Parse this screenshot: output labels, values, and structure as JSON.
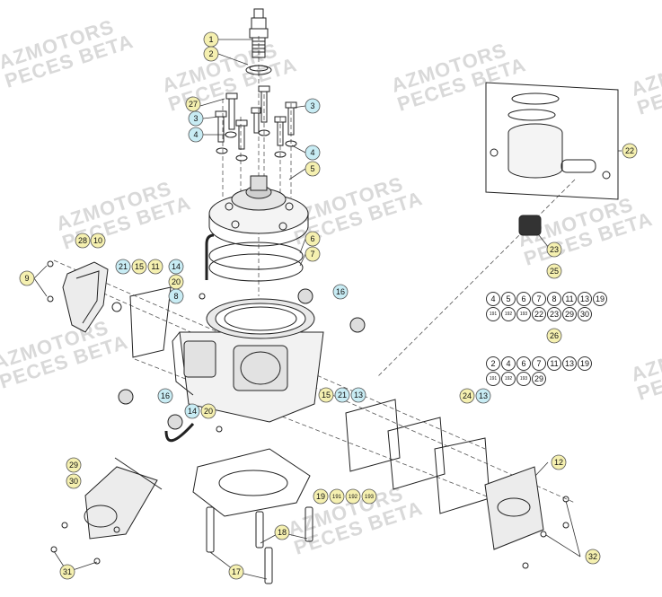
{
  "watermarks": [
    {
      "line1": "AZMOTORS",
      "line2": "PECES BETA"
    },
    {
      "line1": "AZMOTORS",
      "line2": "PECES BETA"
    },
    {
      "line1": "AZMOTORS",
      "line2": "PECES BETA"
    },
    {
      "line1": "AZMOTORS",
      "line2": "PECES BETA"
    },
    {
      "line1": "AZMOTORS",
      "line2": "PECES BETA"
    },
    {
      "line1": "AZMOTORS",
      "line2": "PECES BETA"
    },
    {
      "line1": "AZMOTORS",
      "line2": "PECES BETA"
    },
    {
      "line1": "AZMOTORS",
      "line2": "PECES BETA"
    },
    {
      "line1": "AZMOTORS",
      "line2": "PECES BETA"
    },
    {
      "line1": "AZMOTORS",
      "line2": "PECES BETA"
    }
  ],
  "callouts": [
    {
      "label": "1",
      "color": "#f5f0b0"
    },
    {
      "label": "2",
      "color": "#f5f0b0"
    },
    {
      "label": "27",
      "color": "#f5f0b0"
    },
    {
      "label": "3",
      "color": "#c8ecf4"
    },
    {
      "label": "3",
      "color": "#c8ecf4"
    },
    {
      "label": "4",
      "color": "#c8ecf4"
    },
    {
      "label": "4",
      "color": "#c8ecf4"
    },
    {
      "label": "5",
      "color": "#f5f0b0"
    },
    {
      "label": "6",
      "color": "#f5f0b0"
    },
    {
      "label": "7",
      "color": "#f5f0b0"
    },
    {
      "label": "28",
      "color": "#f5f0b0"
    },
    {
      "label": "10",
      "color": "#f5f0b0"
    },
    {
      "label": "9",
      "color": "#f5f0b0"
    },
    {
      "label": "21",
      "color": "#c8ecf4"
    },
    {
      "label": "15",
      "color": "#f5f0b0"
    },
    {
      "label": "11",
      "color": "#f5f0b0"
    },
    {
      "label": "14",
      "color": "#c8ecf4"
    },
    {
      "label": "20",
      "color": "#f5f0b0"
    },
    {
      "label": "8",
      "color": "#c8ecf4"
    },
    {
      "label": "16",
      "color": "#c8ecf4"
    },
    {
      "label": "16",
      "color": "#c8ecf4"
    },
    {
      "label": "14",
      "color": "#c8ecf4"
    },
    {
      "label": "20",
      "color": "#f5f0b0"
    },
    {
      "label": "15",
      "color": "#f5f0b0"
    },
    {
      "label": "21",
      "color": "#c8ecf4"
    },
    {
      "label": "13",
      "color": "#c8ecf4"
    },
    {
      "label": "24",
      "color": "#f5f0b0"
    },
    {
      "label": "13",
      "color": "#c8ecf4"
    },
    {
      "label": "29",
      "color": "#f5f0b0"
    },
    {
      "label": "30",
      "color": "#f5f0b0"
    },
    {
      "label": "12",
      "color": "#f5f0b0"
    },
    {
      "label": "19",
      "color": "#f5f0b0"
    },
    {
      "label": "191",
      "color": "#f5f0b0"
    },
    {
      "label": "192",
      "color": "#f5f0b0"
    },
    {
      "label": "193",
      "color": "#f5f0b0"
    },
    {
      "label": "18",
      "color": "#f5f0b0"
    },
    {
      "label": "17",
      "color": "#f5f0b0"
    },
    {
      "label": "31",
      "color": "#f5f0b0"
    },
    {
      "label": "32",
      "color": "#f5f0b0"
    },
    {
      "label": "22",
      "color": "#f5f0b0"
    },
    {
      "label": "23",
      "color": "#f5f0b0"
    },
    {
      "label": "25",
      "color": "#f5f0b0"
    },
    {
      "label": "26",
      "color": "#f5f0b0"
    }
  ],
  "kit_25": [
    "4",
    "5",
    "6",
    "7",
    "8",
    "11",
    "13",
    "19",
    "191",
    "192",
    "193",
    "22",
    "23",
    "29",
    "30"
  ],
  "kit_26": [
    "2",
    "4",
    "6",
    "7",
    "11",
    "13",
    "19",
    "191",
    "192",
    "193",
    "29"
  ],
  "colors": {
    "line": "#222222",
    "yellow_callout": "#f5f0b0",
    "blue_callout": "#c8ecf4",
    "watermark": "#d9d9d9"
  }
}
